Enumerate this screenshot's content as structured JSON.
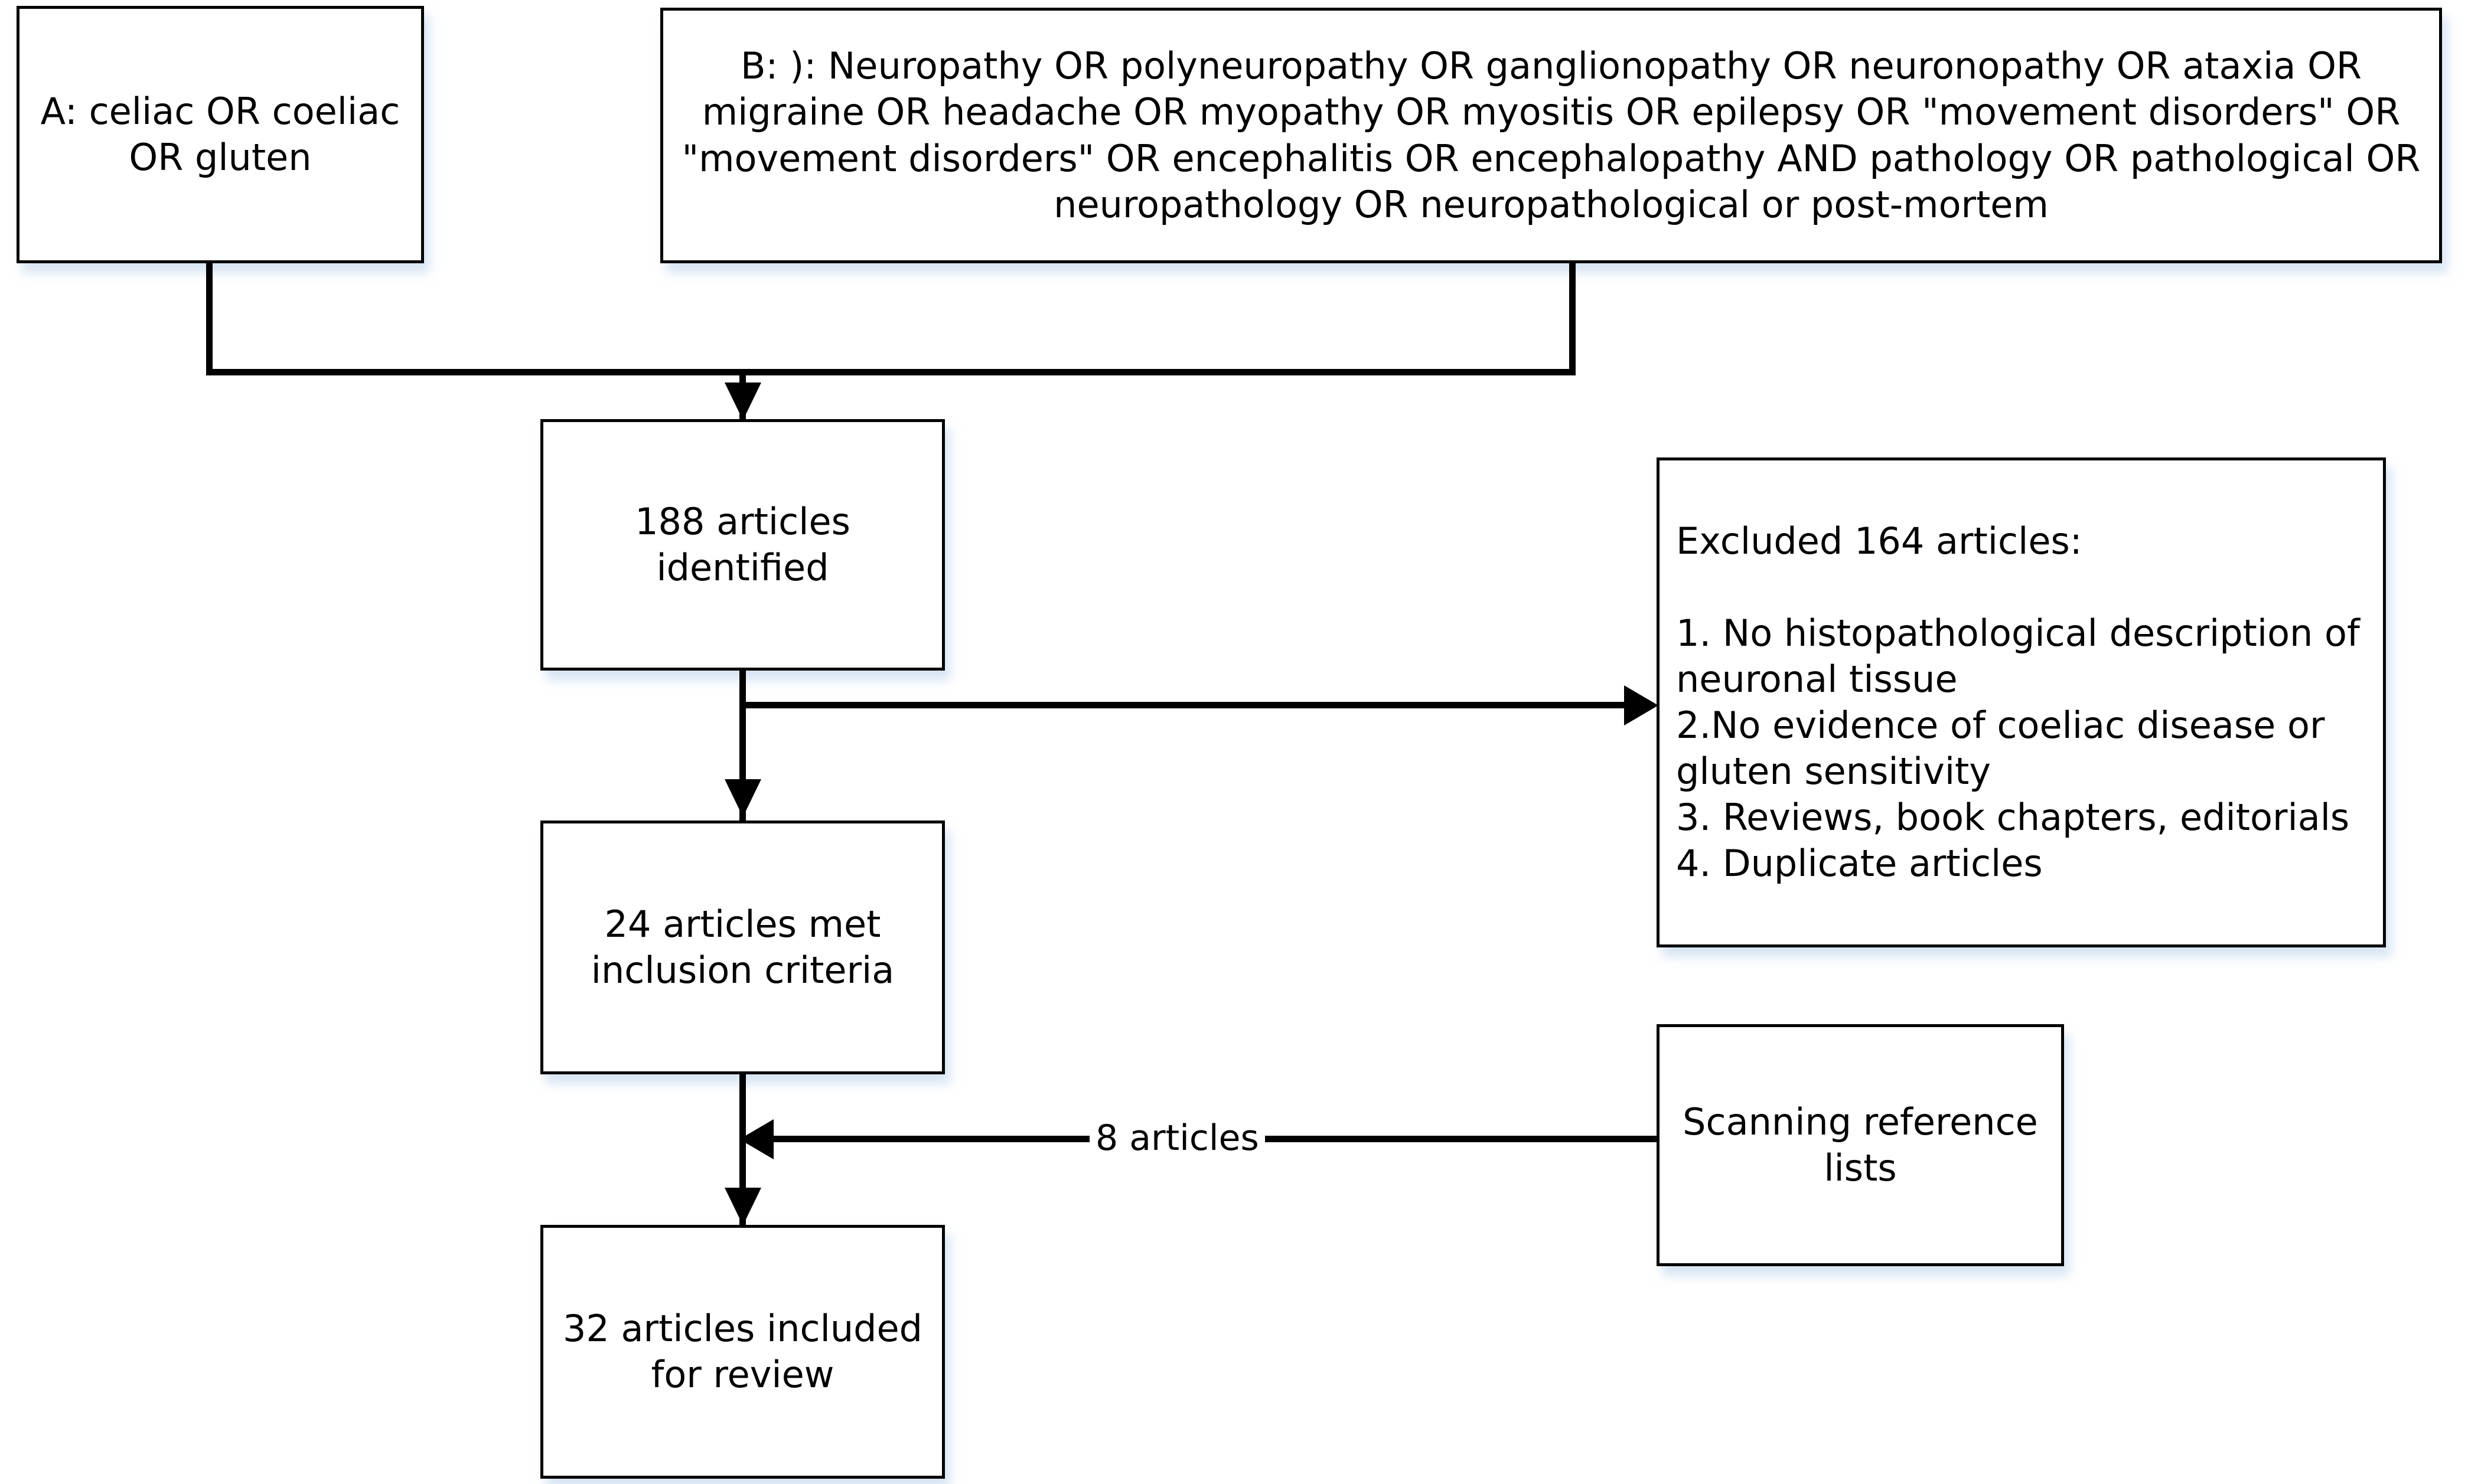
{
  "diagram": {
    "title": "Article selection flow diagram",
    "type": "flowchart",
    "colors": {
      "box_border": "#000000",
      "box_fill": "#ffffff",
      "connector": "#000000",
      "shadow": "#b4cde9",
      "text": "#000000"
    },
    "nodes": {
      "search_a": {
        "id": "A",
        "text": "A: celiac OR coeliac OR gluten"
      },
      "search_b": {
        "id": "B",
        "text": "B: ): Neuropathy OR polyneuropathy OR ganglionopathy OR neuronopathy OR ataxia OR migraine OR headache OR myopathy OR myositis OR epilepsy  OR \"movement disorders\" OR \"movement disorders\" OR encephalitis OR encephalopathy  AND pathology OR pathological OR neuropathology OR neuropathological or post-mortem"
      },
      "identified": {
        "count": 188,
        "text": "188 articles identified"
      },
      "met_criteria": {
        "count": 24,
        "text": "24 articles met inclusion criteria"
      },
      "included": {
        "count": 32,
        "text": "32 articles included for review"
      },
      "excluded": {
        "count": 164,
        "heading": "Excluded 164 articles:",
        "reasons": [
          "1. No histopathological description of neuronal tissue",
          "2.No evidence of coeliac disease or gluten sensitivity",
          "3. Reviews, book chapters, editorials",
          "4. Duplicate articles"
        ],
        "text": "Excluded 164 articles:\n\n1. No histopathological description of neuronal tissue\n2.No evidence of coeliac disease or gluten sensitivity\n3. Reviews, book chapters, editorials\n4. Duplicate articles"
      },
      "scanning": {
        "text": "Scanning reference lists"
      }
    },
    "edges": {
      "ab_to_identified": {
        "label": ""
      },
      "identified_to_excluded": {
        "label": ""
      },
      "identified_to_met": {
        "label": ""
      },
      "scanning_to_flow": {
        "label": "8 articles",
        "count": 8
      },
      "met_to_included": {
        "label": ""
      }
    }
  }
}
